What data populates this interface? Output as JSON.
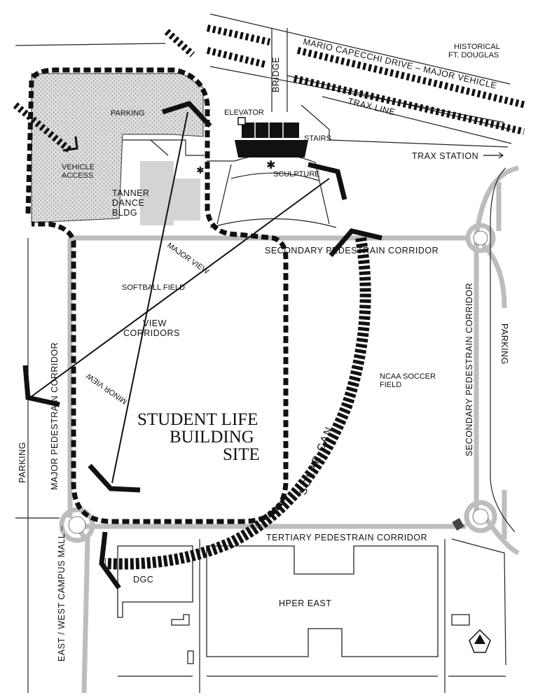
{
  "map": {
    "labels": {
      "historical_1": "HISTORICAL",
      "historical_2": "FT. DOUGLAS",
      "mario_drive": "MARIO CAPECCHI DRIVE – MAJOR VEHICLE",
      "bridge": "BRIDGE",
      "trax_line": "TRAX LINE",
      "elevator": "ELEVATOR",
      "stairs": "STAIRS",
      "trax_station": "TRAX STATION",
      "sculpture": "SCULPTURE",
      "parking_top": "PARKING",
      "vehicle_access_1": "VEHICLE",
      "vehicle_access_2": "ACCESS",
      "tanner_1": "TANNER",
      "tanner_2": "DANCE",
      "tanner_3": "BLDG",
      "major_view": "MAJOR VIEW",
      "secondary_corridor_top": "SECONDARY PEDESTRAIN CORRIDOR",
      "softball": "SOFTBALL FIELD",
      "view_corridors_1": "VIEW",
      "view_corridors_2": "CORRIDORS",
      "ncaa_1": "NCAA SOCCER",
      "ncaa_2": "FIELD",
      "secondary_corridor_right": "SECONDARY PEDESTRAIN CORRIDOR",
      "parking_right": "PARKING",
      "minor_view": "MINOR VIEW",
      "major_corridor_left": "MAJOR PEDESTRAIN CORRIDOR",
      "parking_left": "PARKING",
      "student_life_1": "STUDENT LIFE",
      "student_life_2": "BUILDING",
      "student_life_3": "SITE",
      "solar_can": "SOLAR CAN",
      "tertiary_corridor": "TERTIARY PEDESTRAIN CORRIDOR",
      "west_campus_mall": "EAST / WEST CAMPUS MALL –",
      "dgc": "DGC",
      "hper_east": "HPER EAST"
    },
    "colors": {
      "ink": "#111111",
      "walkway": "#bdbdbd",
      "parking_fill": "#d9d9d9",
      "existing_building": "#d4d4d4"
    },
    "icons": [
      "north-arrow-icon",
      "sculpture-star-icon"
    ]
  }
}
